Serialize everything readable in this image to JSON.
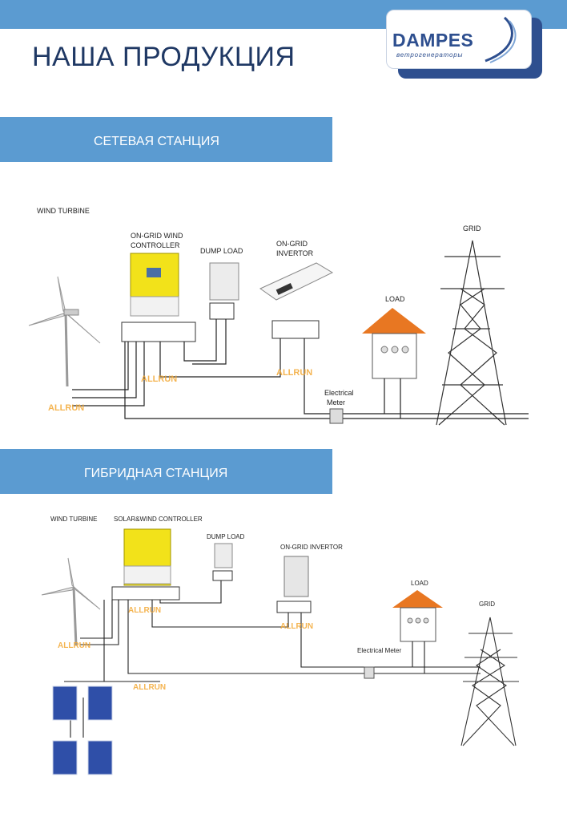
{
  "header": {
    "title": "НАША ПРОДУКЦИЯ",
    "logo_name": "DAMPES",
    "logo_subtitle": "ветрогенераторы"
  },
  "sections": [
    {
      "title": "СЕТЕВАЯ СТАНЦИЯ",
      "diagram": {
        "wind_turbine": "WIND TURBINE",
        "controller_line1": "ON-GRID WIND",
        "controller_line2": "CONTROLLER",
        "dump_load": "DUMP LOAD",
        "inverter_line1": "ON-GRID",
        "inverter_line2": "INVERTOR",
        "load": "LOAD",
        "grid": "GRID",
        "meter_line1": "Electrical",
        "meter_line2": "Meter",
        "watermark": "ALLRUN"
      }
    },
    {
      "title": "ГИБРИДНАЯ СТАНЦИЯ",
      "diagram": {
        "wind_turbine": "WIND TURBINE",
        "controller": "SOLAR&WIND CONTROLLER",
        "dump_load": "DUMP LOAD",
        "inverter": "ON-GRID INVERTOR",
        "load": "LOAD",
        "grid": "GRID",
        "meter": "Electrical Meter",
        "watermark": "ALLRUN"
      }
    }
  ],
  "colors": {
    "banner": "#5b9bd1",
    "title": "#1f3864",
    "roof": "#e87722",
    "controller": "#f2e21a"
  }
}
